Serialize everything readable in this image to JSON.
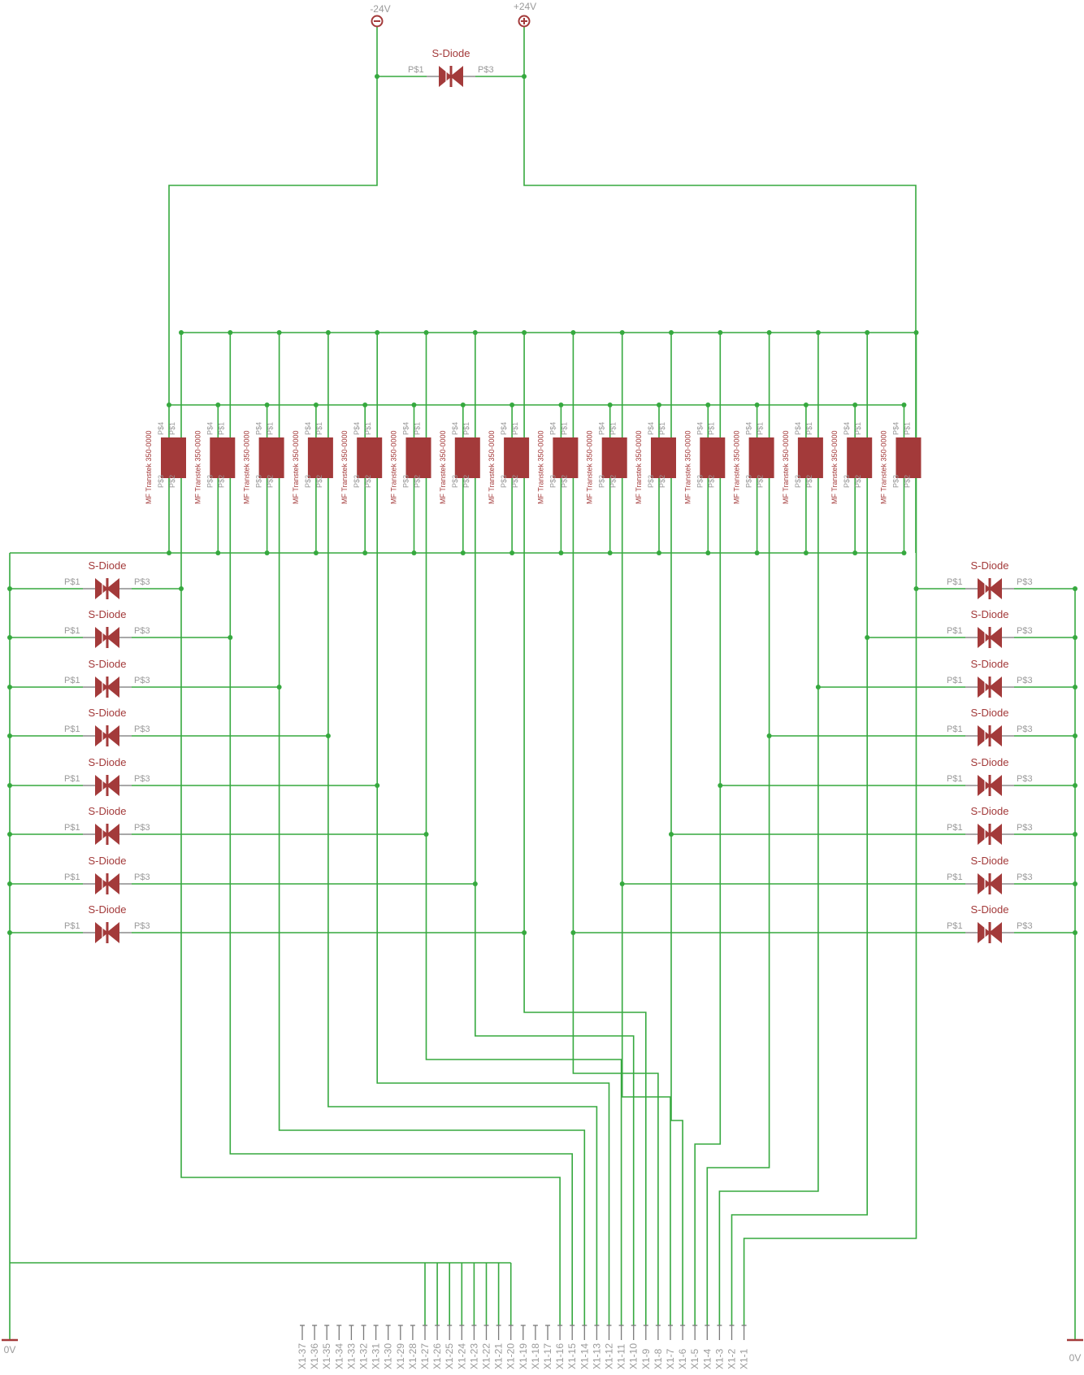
{
  "supply": {
    "neg_label": "-24V",
    "pos_label": "+24V",
    "neg_symbol": "minus-circle-icon",
    "pos_symbol": "plus-circle-icon"
  },
  "diode": {
    "name": "S-Diode",
    "pin_a": "P$1",
    "pin_b": "P$3"
  },
  "relay": {
    "name": "MF Transtek 350-0000",
    "pins": [
      "P$1",
      "P$2",
      "P$3",
      "P$4"
    ],
    "count": 16
  },
  "ground": {
    "left_label": "0V",
    "right_label": "0V"
  },
  "connector": {
    "pins": [
      "X1-37",
      "X1-36",
      "X1-35",
      "X1-34",
      "X1-33",
      "X1-32",
      "X1-31",
      "X1-30",
      "X1-29",
      "X1-28",
      "X1-27",
      "X1-26",
      "X1-25",
      "X1-24",
      "X1-23",
      "X1-22",
      "X1-21",
      "X1-20",
      "X1-19",
      "X1-18",
      "X1-17",
      "X1-16",
      "X1-15",
      "X1-14",
      "X1-13",
      "X1-12",
      "X1-11",
      "X1-10",
      "X1-9",
      "X1-8",
      "X1-7",
      "X1-6",
      "X1-5",
      "X1-4",
      "X1-3",
      "X1-2",
      "X1-1"
    ]
  },
  "colors": {
    "wire": "#36a93f",
    "component": "#a33a3a",
    "pin_text": "#9a9a9a",
    "background": "#ffffff"
  }
}
